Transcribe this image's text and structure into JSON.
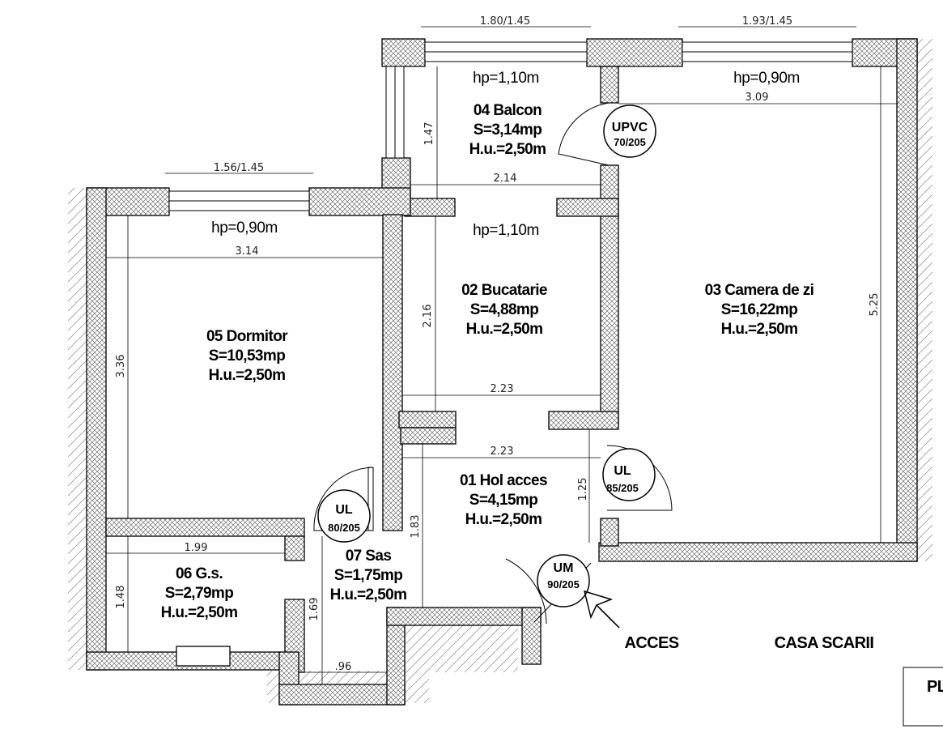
{
  "rooms": {
    "balcon": {
      "name": "04 Balcon",
      "area": "S=3,14mp",
      "height": "H.u.=2,50m"
    },
    "bucatarie": {
      "name": "02 Bucatarie",
      "area": "S=4,88mp",
      "height": "H.u.=2,50m"
    },
    "camera": {
      "name": "03 Camera de zi",
      "area": "S=16,22mp",
      "height": "H.u.=2,50m"
    },
    "dormitor": {
      "name": "05 Dormitor",
      "area": "S=10,53mp",
      "height": "H.u.=2,50m"
    },
    "hol": {
      "name": "01 Hol acces",
      "area": "S=4,15mp",
      "height": "H.u.=2,50m"
    },
    "gs": {
      "name": "06 G.s.",
      "area": "S=2,79mp",
      "height": "H.u.=2,50m"
    },
    "sas": {
      "name": "07 Sas",
      "area": "S=1,75mp",
      "height": "H.u.=2,50m"
    }
  },
  "sill_heights": {
    "balcon": "hp=1,10m",
    "camera": "hp=0,90m",
    "dormitor": "hp=0,90m",
    "bucatarie": "hp=1,10m"
  },
  "dimensions": {
    "win_balcon": "1.80/1.45",
    "win_camera": "1.93/1.45",
    "win_dormitor": "1.56/1.45",
    "camera_width": "3.09",
    "camera_height": "5.25",
    "balcon_height": "1.47",
    "balcon_width": "2.14",
    "dormitor_width": "3.14",
    "dormitor_height": "3.36",
    "bucatarie_height": "2.16",
    "bucatarie_width": "2.23",
    "hol_width": "2.23",
    "hol_height": "1.25",
    "sas_height": "1.83",
    "gs_width": "1.99",
    "gs_height": "1.48",
    "sas_height2": "1.69",
    "sas_width": ".96"
  },
  "doors": {
    "upvc": {
      "type": "UPVC",
      "size": "70/205"
    },
    "ul_hol": {
      "type": "UL",
      "size": "85/205"
    },
    "ul_dorm": {
      "type": "UL",
      "size": "80/205"
    },
    "um": {
      "type": "UM",
      "size": "90/205"
    }
  },
  "labels": {
    "acces": "ACCES",
    "casa_scarii": "CASA SCARII",
    "corner": "PL"
  }
}
